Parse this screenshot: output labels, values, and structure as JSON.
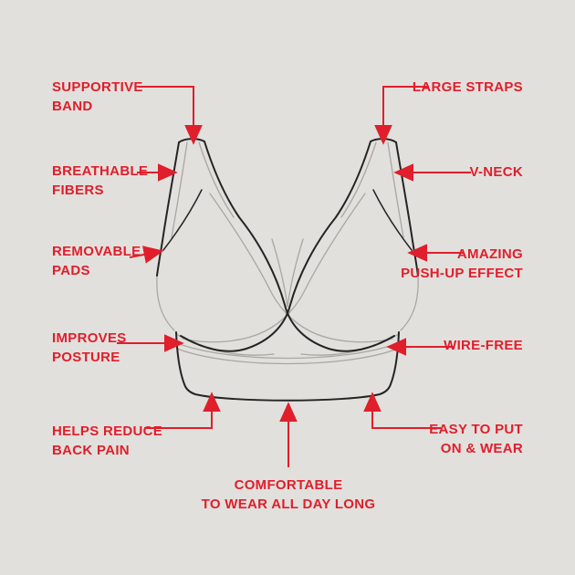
{
  "colors": {
    "background": "#e2e0dc",
    "accent_red": "#e01e2c",
    "line_dark": "#242424",
    "line_light": "#a9a7a2"
  },
  "diagram": {
    "subject": "push-up bra line illustration, front view, with feature callouts"
  },
  "callouts": {
    "supportive_band": [
      "SUPPORTIVE",
      "BAND"
    ],
    "breathable_fibers": [
      "BREATHABLE",
      "FIBERS"
    ],
    "removable_pads": [
      "REMOVABLE",
      "PADS"
    ],
    "improves_posture": [
      "IMPROVES",
      "POSTURE"
    ],
    "helps_reduce_back_pain": [
      "HELPS REDUCE",
      "BACK PAIN"
    ],
    "large_straps": [
      "LARGE STRAPS"
    ],
    "v_neck": [
      "V-NECK"
    ],
    "amazing_push_up_effect": [
      "AMAZING",
      "PUSH-UP EFFECT"
    ],
    "wire_free": [
      "WIRE-FREE"
    ],
    "easy_to_put_on_and_wear": [
      "EASY TO PUT",
      "ON & WEAR"
    ],
    "comfortable_all_day": [
      "COMFORTABLE",
      "TO WEAR ALL DAY LONG"
    ]
  }
}
